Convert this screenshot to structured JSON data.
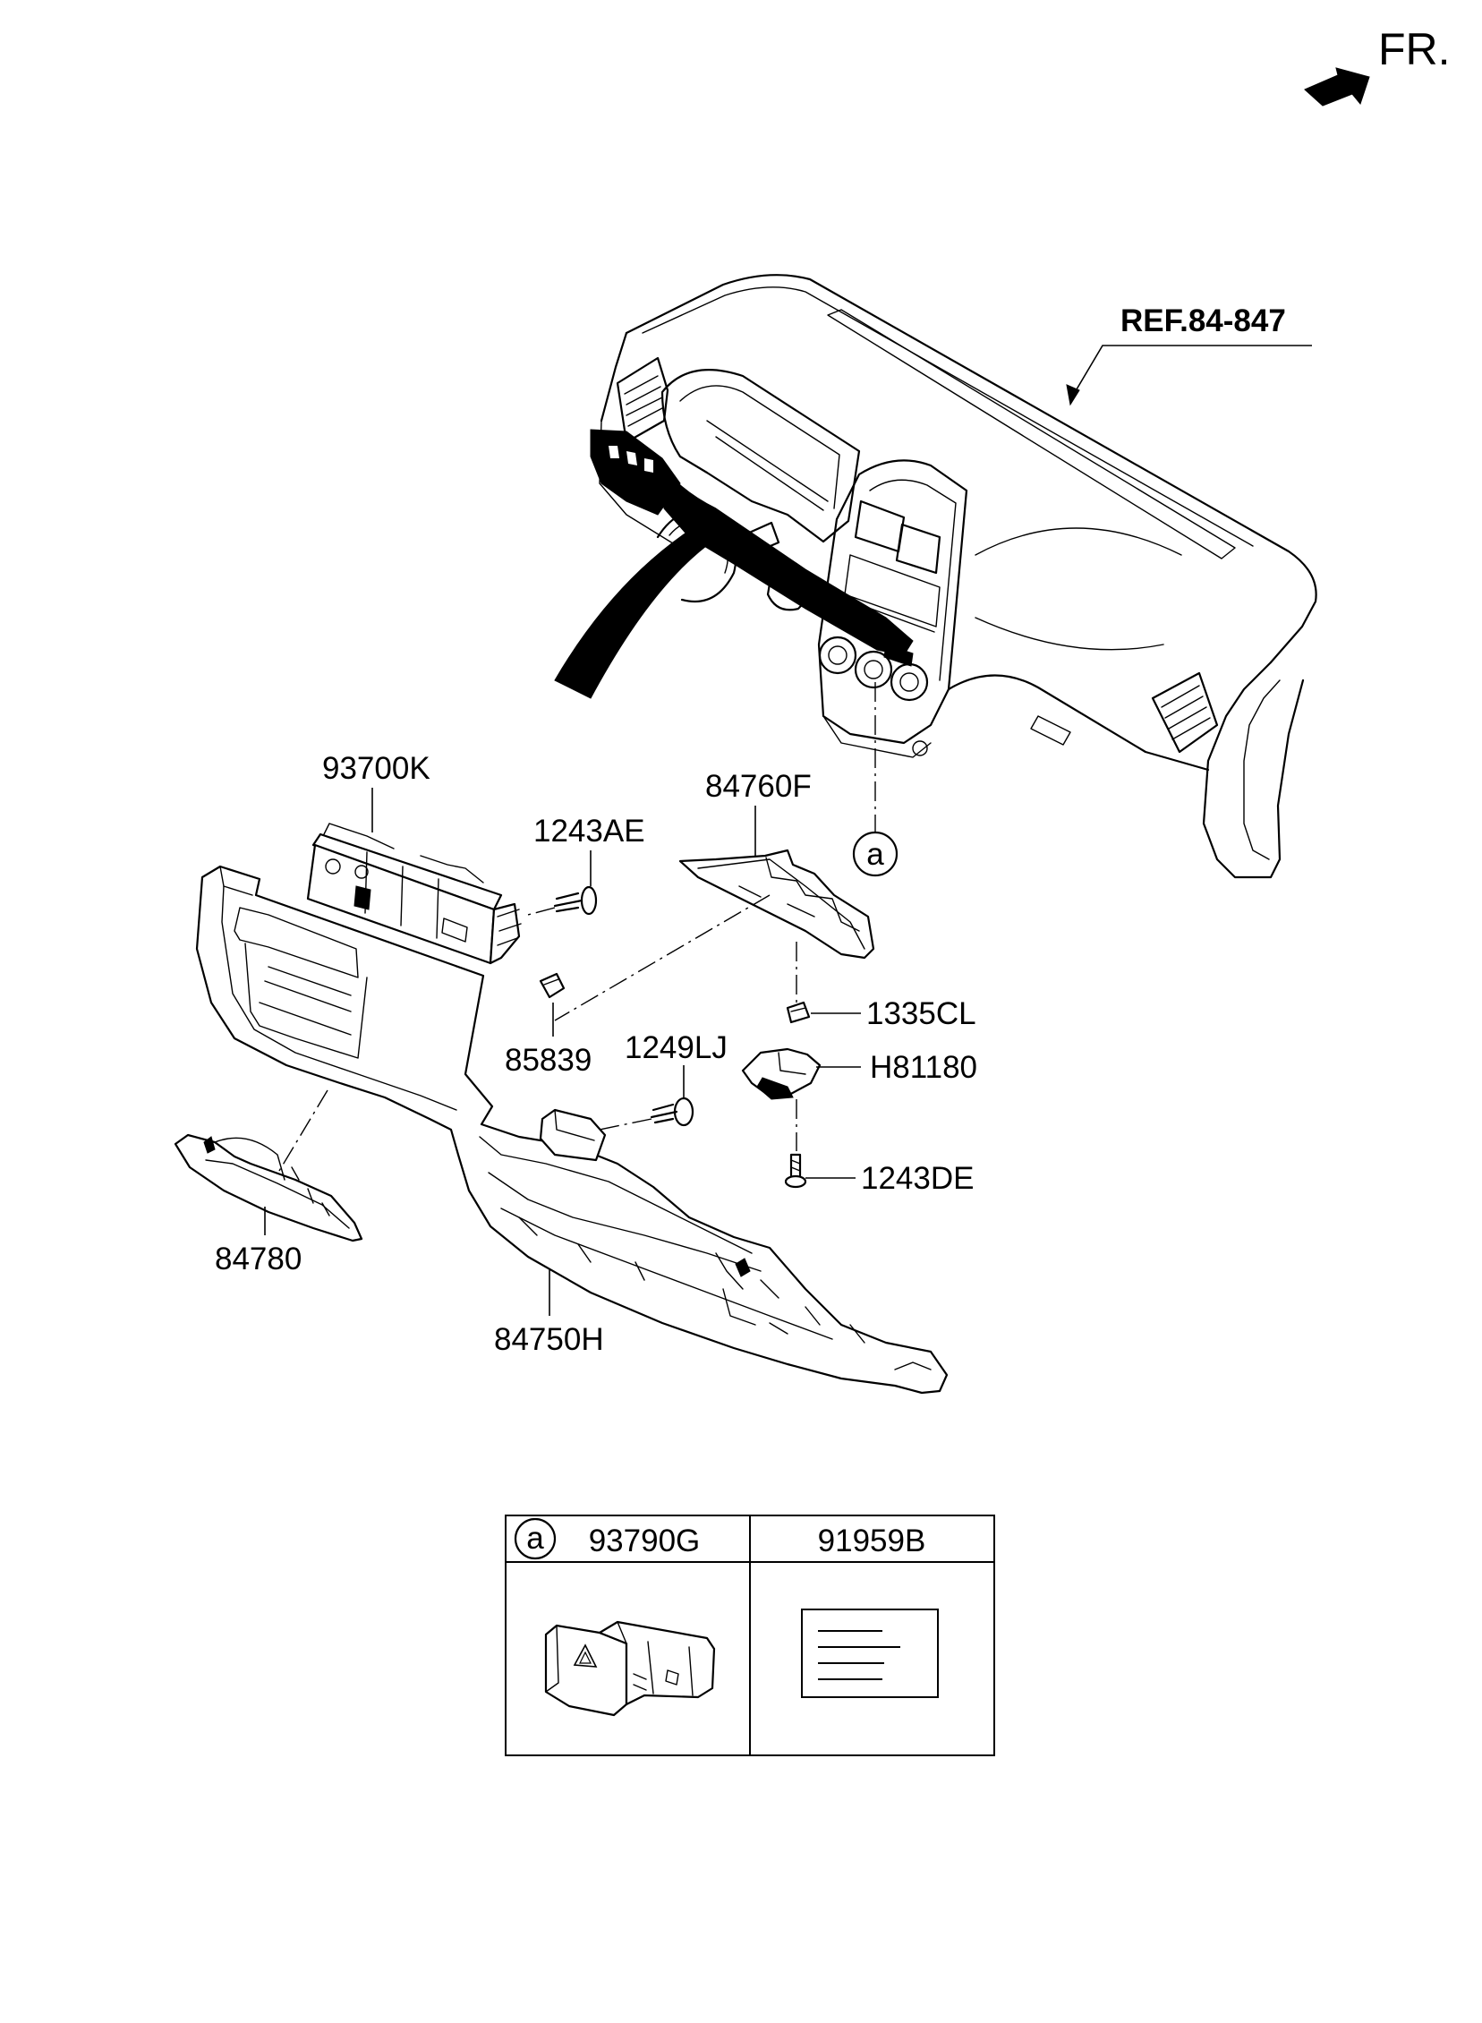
{
  "direction_indicator": {
    "text": "FR.",
    "icon": "front-direction-arrow-icon"
  },
  "reference": {
    "text": "REF.84-847"
  },
  "callout_symbol": "a",
  "part_labels": {
    "p93700K": "93700K",
    "p1243AE": "1243AE",
    "p84760F": "84760F",
    "p1335CL": "1335CL",
    "p85839": "85839",
    "p1249LJ": "1249LJ",
    "pH81180": "H81180",
    "p1243DE": "1243DE",
    "p84780": "84780",
    "p84750H": "84750H"
  },
  "callout_table": {
    "callout": "a",
    "columns": [
      {
        "part_number": "93790G",
        "icon": "hazard-switch-icon"
      },
      {
        "part_number": "91959B",
        "icon": "label-sheet-icon"
      }
    ]
  }
}
